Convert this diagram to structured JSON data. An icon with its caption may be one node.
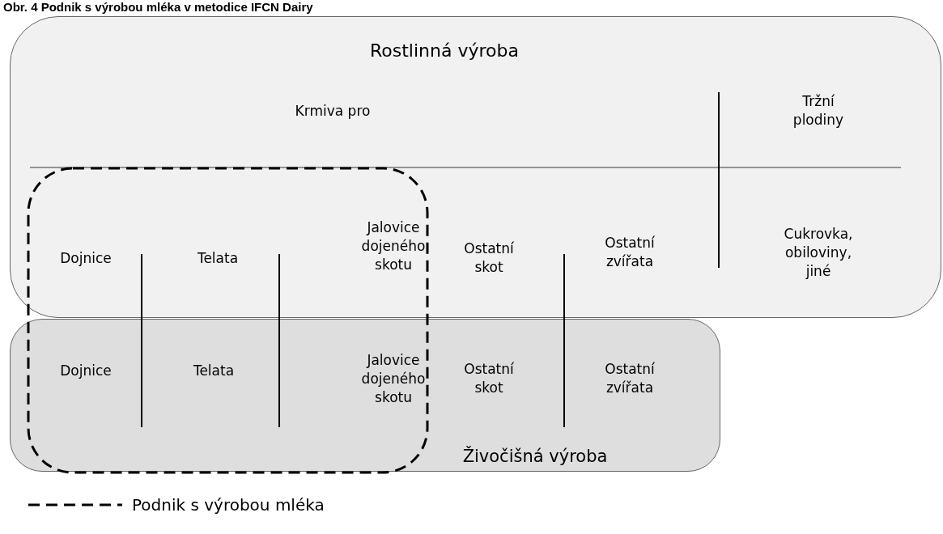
{
  "diagram": {
    "title": "Obr. 4 Podnik s výrobou mléka v metodice IFCN Dairy",
    "nodes": [
      {
        "text": [
          "Rostlinná výroba",
          "Krmiva pro",
          "Tržní plodiny",
          "Dojnice",
          "Telata",
          "Jalovice dojeného skotu",
          "Ostatní skot",
          "Ostatní zvířata",
          "Cukrovka, obiloviny, jiné"
        ]
      },
      {
        "text": [
          "Dojnice",
          "Telata",
          "Jalovice dojeného skotu",
          "Ostatní skot",
          "Ostatní zvířata",
          "Živočišná výroba"
        ]
      }
    ],
    "legend": [
      {
        "text": "Podnik s výrobou mléka"
      }
    ]
  }
}
